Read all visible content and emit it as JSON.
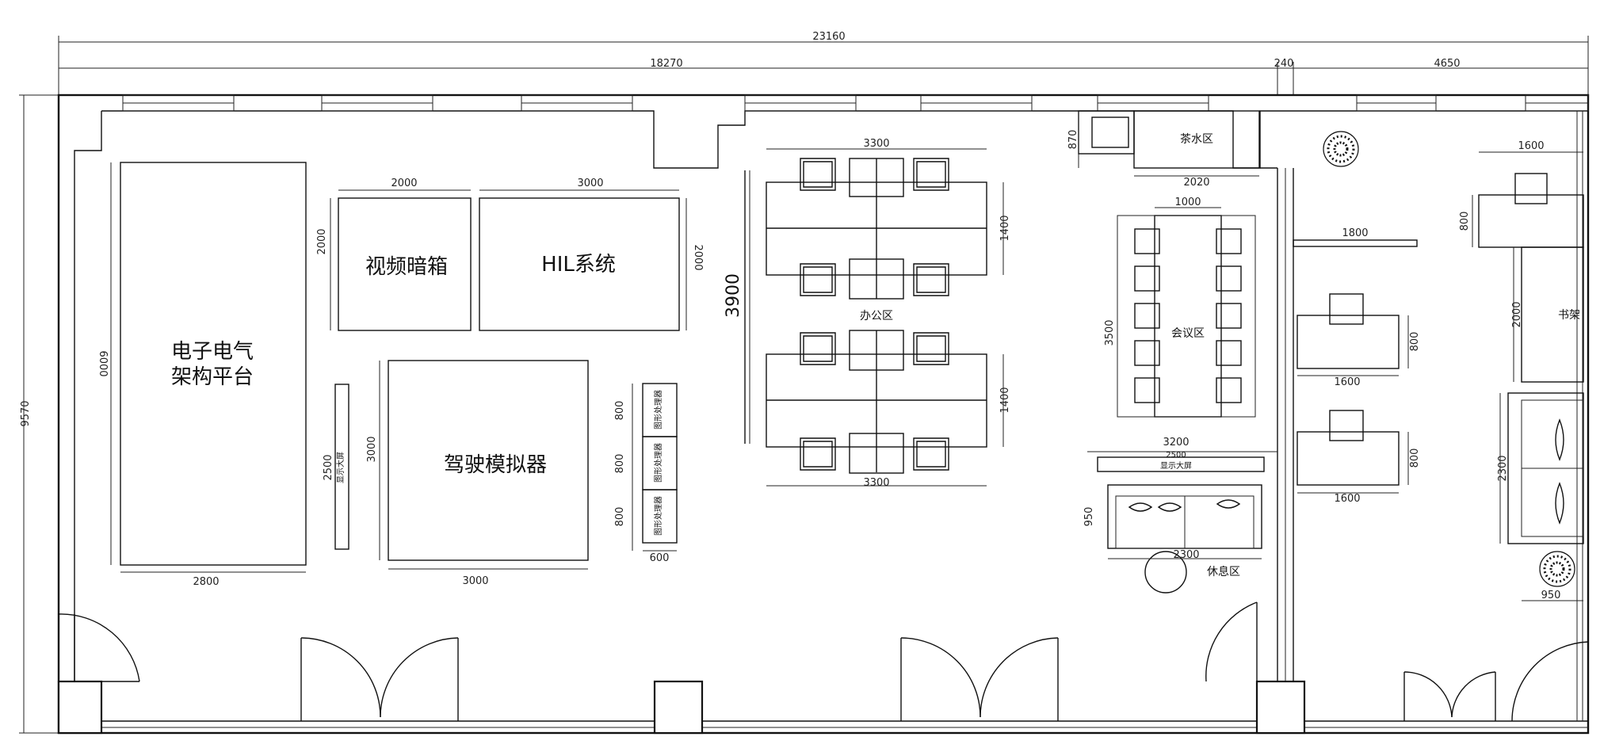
{
  "dimensions": {
    "total_width": "23160",
    "left_width": "18270",
    "wall_width": "240",
    "right_width": "4650",
    "total_height": "9570",
    "platform_w": "2800",
    "platform_h": "6000",
    "darkbox_w": "2000",
    "darkbox_h": "2000",
    "hil_w": "3000",
    "hil_h": "2000",
    "sim_w": "3000",
    "sim_h": "3000",
    "screen_len": "2500",
    "gpu_h1": "800",
    "gpu_h2": "800",
    "gpu_h3": "800",
    "gpu_w": "600",
    "desk_w_top": "3300",
    "desk_w_bottom": "3300",
    "desk_h_top": "1400",
    "desk_h_bottom": "1400",
    "office_span": "3900",
    "tea_w": "2020",
    "tea_h": "870",
    "meet_w": "1000",
    "meet_h": "3500",
    "screen2_a": "3200",
    "screen2_b": "2500",
    "sofa_w": "2300",
    "sofa_h": "950",
    "partition": "1800",
    "desk1_w": "1600",
    "desk1_h": "800",
    "desk2_w": "1600",
    "desk2_h": "800",
    "desk3_w": "1600",
    "desk3_h": "800",
    "shelf_h": "2000",
    "sofa2_h": "2300",
    "sofa2_w": "950"
  },
  "labels": {
    "platform_line1": "电子电气",
    "platform_line2": "架构平台",
    "darkbox": "视频暗箱",
    "hil": "HIL系统",
    "simulator": "驾驶模拟器",
    "screen": "显示大屏",
    "gpu": "图形处理器",
    "office": "办公区",
    "tea": "茶水区",
    "meeting": "会议区",
    "screen2": "显示大屏",
    "lounge": "休息区",
    "bookshelf": "书架"
  },
  "colors": {
    "line": "#111111",
    "background": "#ffffff"
  }
}
